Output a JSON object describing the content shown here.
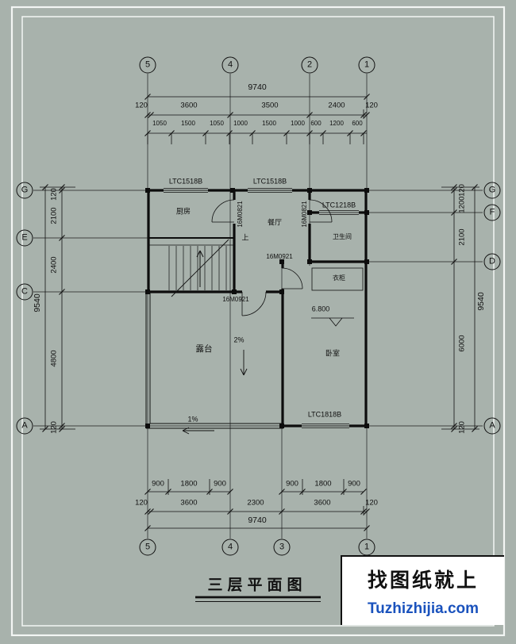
{
  "colors": {
    "background": "#a8b2ac",
    "frame": "#f3f6f4",
    "ink": "#111111",
    "watermark_blue": "#1a52bd"
  },
  "axes": {
    "top": [
      "5",
      "4",
      "2",
      "1"
    ],
    "bottom": [
      "5",
      "4",
      "3",
      "1"
    ],
    "left": [
      "G",
      "E",
      "C",
      "A"
    ],
    "right": [
      "G",
      "F",
      "D",
      "A"
    ]
  },
  "dims": {
    "top": {
      "total": "9740",
      "row2": [
        "120",
        "3600",
        "3500",
        "2400",
        "120"
      ],
      "row3": [
        "1050",
        "1500",
        "1050",
        "1000",
        "1500",
        "1000",
        "600",
        "1200",
        "600"
      ]
    },
    "bottom": {
      "row1": [
        "900",
        "1800",
        "900",
        "900",
        "1800",
        "900"
      ],
      "row2": [
        "120",
        "3600",
        "2300",
        "3600",
        "120"
      ],
      "total": "9740"
    },
    "left": {
      "segments": [
        "120",
        "2100",
        "2400",
        "4800",
        "120"
      ],
      "total": "9540"
    },
    "right": {
      "segments": [
        "120",
        "1200",
        "2100",
        "6000",
        "120"
      ],
      "total": "9540"
    }
  },
  "rooms": {
    "kitchen": "厨房",
    "dining": "餐厅",
    "bathroom": "卫生间",
    "wardrobe": "衣柜",
    "terrace": "露台",
    "bedroom": "卧室"
  },
  "openings": {
    "window_top_left": "LTC1518B",
    "window_top_mid": "LTC1518B",
    "window_bath": "LTC1218B",
    "window_bedroom": "LTC1818B",
    "door_kitchen": "16M0821",
    "door_bath": "16M0821",
    "door_hall": "16M0921",
    "door_terrace": "16M0921"
  },
  "annotations": {
    "up": "上",
    "level": "6.800",
    "slope_vertical": "2%",
    "slope_horizontal": "1%"
  },
  "title": "三层平面图",
  "watermark": {
    "line1": "找图纸就上",
    "line2": "Tuzhizhijia.com"
  }
}
